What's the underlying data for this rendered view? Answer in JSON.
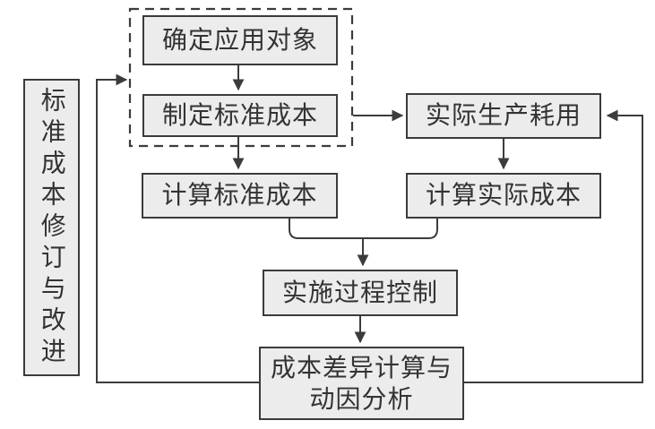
{
  "diagram": {
    "side_label": "标准成本修订与改进",
    "nodes": [
      {
        "label": "确定应用对象"
      },
      {
        "label": "制定标准成本"
      },
      {
        "label": "实际生产耗用"
      },
      {
        "label": "计算标准成本"
      },
      {
        "label": "计算实际成本"
      },
      {
        "label": "实施过程控制"
      },
      {
        "line1": "成本差异计算与",
        "line2": "动因分析"
      }
    ],
    "group": {
      "style": "dashed-rectangle",
      "contains": [
        "确定应用对象",
        "制定标准成本"
      ]
    },
    "edges": [
      {
        "from": "确定应用对象",
        "to": "制定标准成本",
        "type": "arrow"
      },
      {
        "from": "制定标准成本",
        "to": "实际生产耗用",
        "type": "arrow"
      },
      {
        "from": "制定标准成本",
        "to": "计算标准成本",
        "type": "arrow"
      },
      {
        "from": "实际生产耗用",
        "to": "计算实际成本",
        "type": "arrow"
      },
      {
        "from": "计算标准成本 + 计算实际成本",
        "to": "实施过程控制",
        "type": "merge-arrow"
      },
      {
        "from": "实施过程控制",
        "to": "成本差异计算与动因分析",
        "type": "arrow"
      },
      {
        "from": "成本差异计算与动因分析",
        "to": "确定应用对象/制定标准成本",
        "type": "feedback-loop-left",
        "label": "标准成本修订与改进"
      },
      {
        "from": "成本差异计算与动因分析",
        "to": "实际生产耗用",
        "type": "feedback-loop-right"
      }
    ],
    "colors": {
      "node_fill": "#ececec",
      "node_border": "#3b3b3b",
      "line": "#3c3c3c",
      "text": "#333333",
      "background": "#ffffff"
    }
  }
}
